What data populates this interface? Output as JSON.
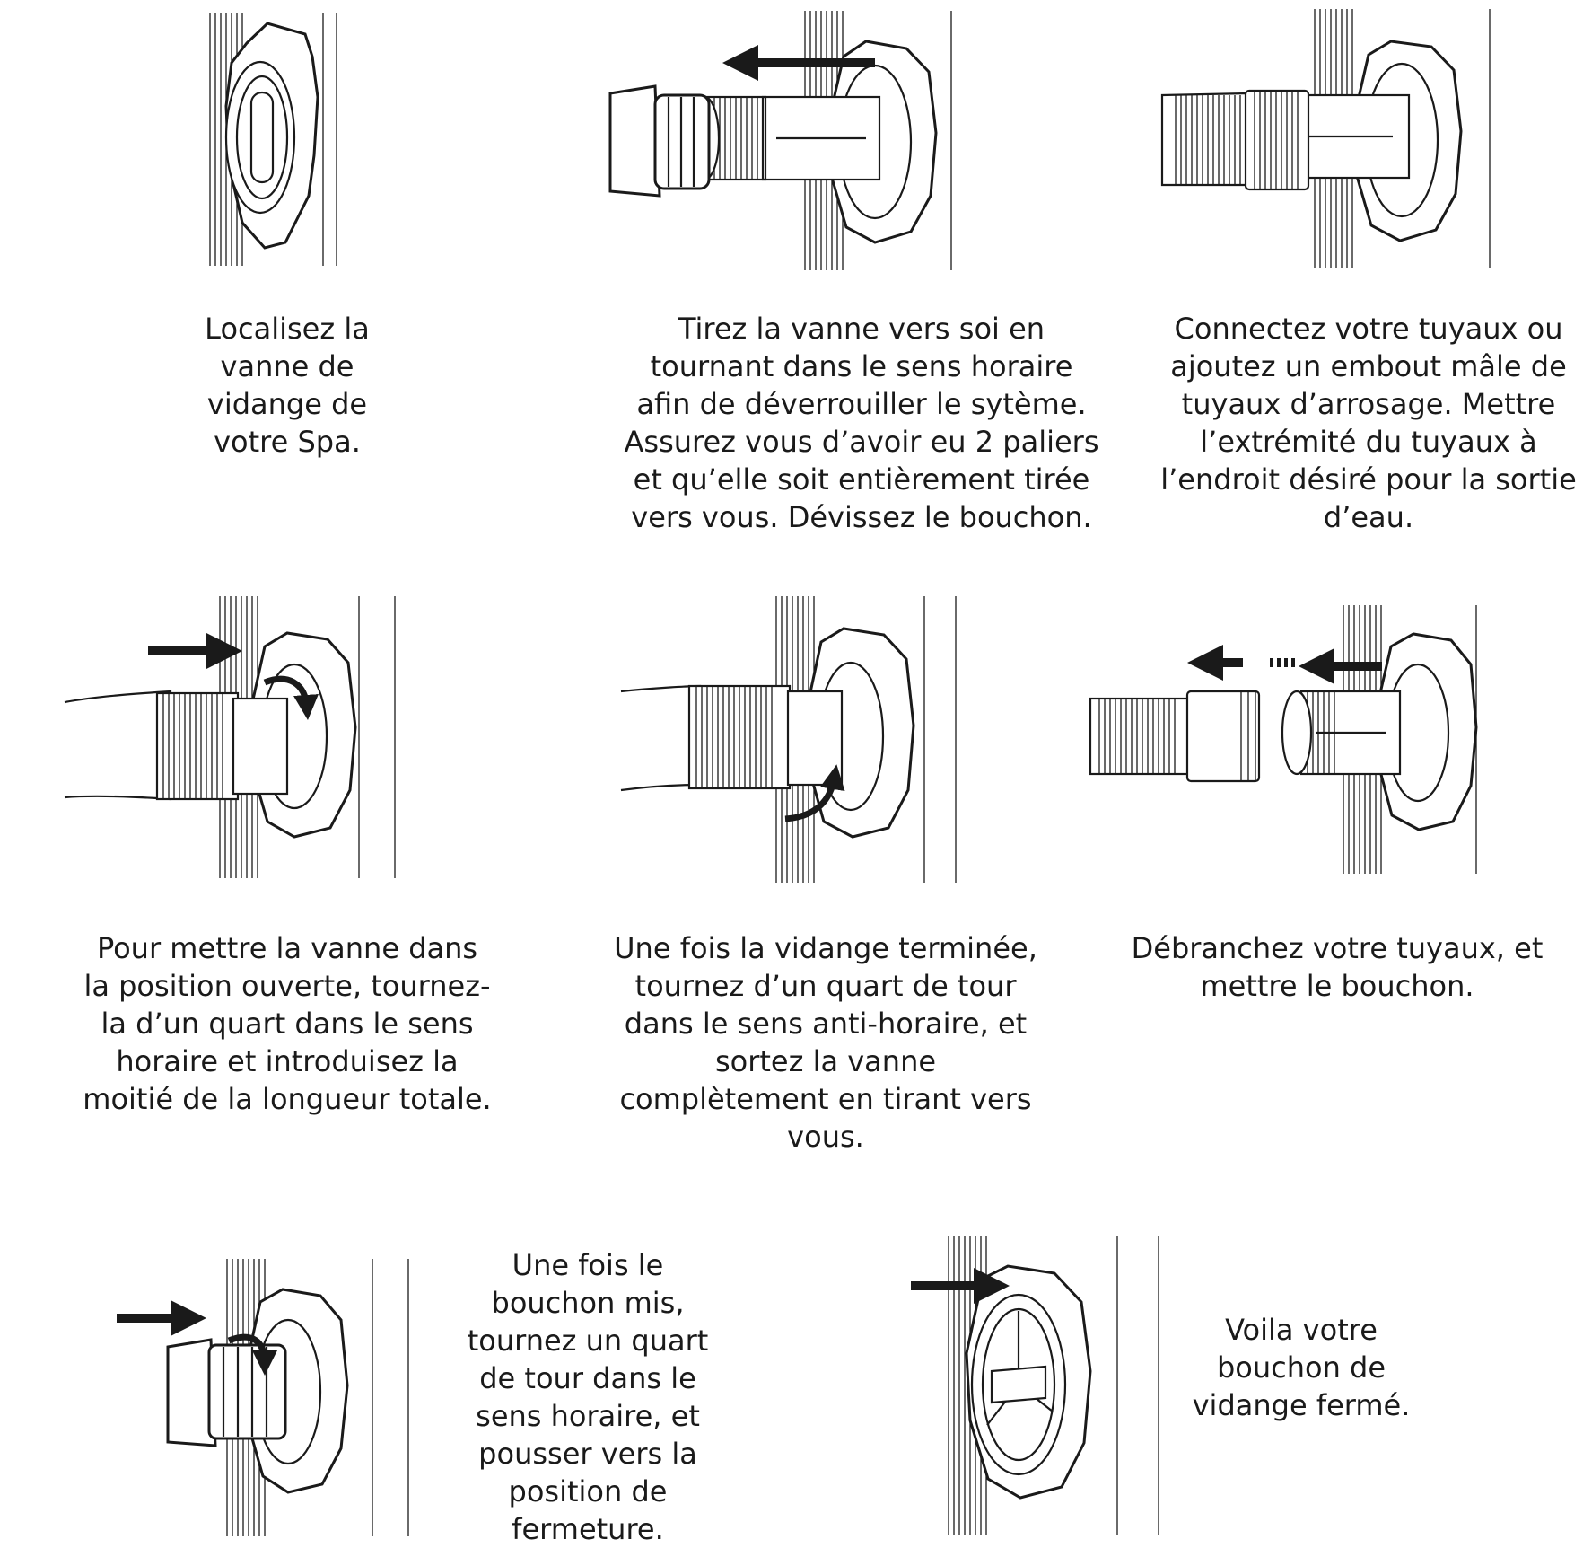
{
  "steps": [
    {
      "id": "1",
      "text": "Localisez la\nvanne  de\nvidange de\nvotre Spa."
    },
    {
      "id": "2",
      "text": "Tirez la vanne vers soi en\ntournant dans le sens horaire\nafin de déverrouiller le sytème.\nAssurez vous d’avoir eu 2 paliers\net qu’elle soit entièrement tirée\nvers vous. Dévissez le bouchon."
    },
    {
      "id": "3",
      "text": "Connectez votre tuyaux ou\najoutez un embout mâle de\ntuyaux d’arrosage. Mettre\nl’extrémité du tuyaux à\nl’endroit désiré pour la sortie\nd’eau."
    },
    {
      "id": "4",
      "text": "Pour mettre la vanne dans\nla position ouverte, tournez-\nla d’un quart dans le sens\nhoraire et introduisez la\nmoitié de la longueur totale."
    },
    {
      "id": "5",
      "text": "Une fois la vidange terminée,\ntournez d’un quart de tour\ndans le sens anti-horaire, et\nsortez la vanne\ncomplètement en tirant vers\nvous."
    },
    {
      "id": "6",
      "text": "Débranchez votre tuyaux, et\nmettre le bouchon."
    },
    {
      "id": "7",
      "text": "Une fois le\nbouchon mis,\ntournez un quart\nde tour dans le\nsens horaire, et\npousser vers la\nposition de\nfermeture."
    },
    {
      "id": "8",
      "text": "Voila votre\nbouchon de\nvidange fermé."
    }
  ]
}
